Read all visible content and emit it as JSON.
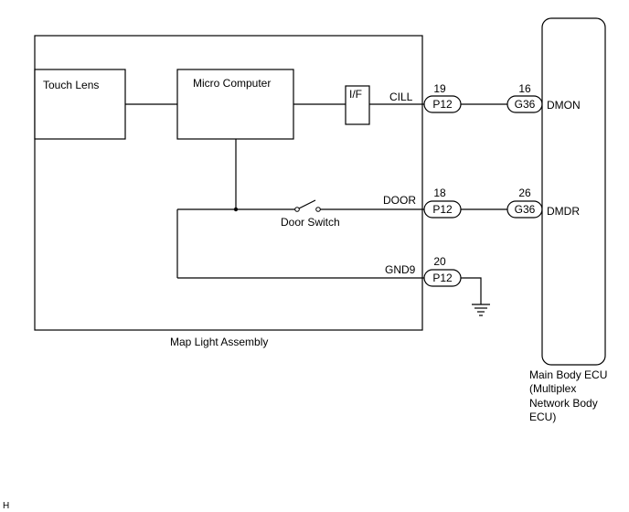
{
  "assembly_label": "Map Light Assembly",
  "blocks": {
    "touch_lens": "Touch Lens",
    "micro_computer": "Micro Computer",
    "interface": "I/F"
  },
  "door_switch_label": "Door Switch",
  "signals": {
    "cill": "CILL",
    "door": "DOOR",
    "gnd": "GND9",
    "dmon": "DMON",
    "dmdr": "DMDR"
  },
  "connectors": {
    "p12_cill": {
      "id": "P12",
      "pin": "19"
    },
    "p12_door": {
      "id": "P12",
      "pin": "18"
    },
    "p12_gnd": {
      "id": "P12",
      "pin": "20"
    },
    "g36_dmon": {
      "id": "G36",
      "pin": "16"
    },
    "g36_dmdr": {
      "id": "G36",
      "pin": "26"
    }
  },
  "ecu_label": [
    "Main Body ECU",
    "(Multiplex",
    "Network Body",
    "ECU)"
  ],
  "footer_mark": "H"
}
